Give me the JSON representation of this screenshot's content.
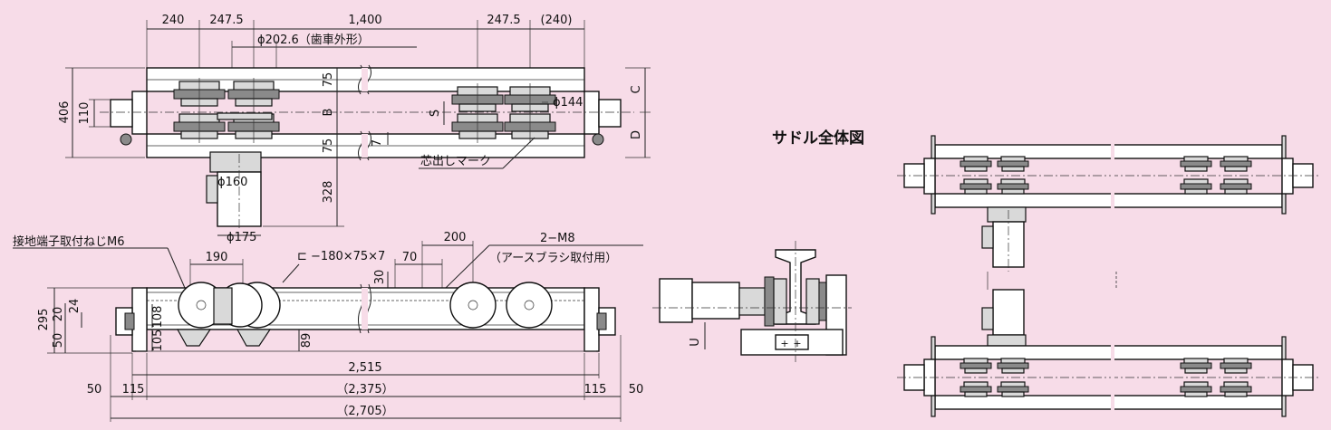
{
  "top_view": {
    "dims_top": [
      "240",
      "247.5",
      "1,400",
      "247.5",
      "(240)"
    ],
    "gear_dia": "ϕ202.6（歯車外形）",
    "wheel_dia": "ϕ144",
    "motor_dia": "ϕ160",
    "motor_dia2": "ϕ175",
    "h_406": "406",
    "h_110": "110",
    "v_75a": "75",
    "v_B": "B",
    "v_75b": "75",
    "v_S": "S",
    "v_7": "7",
    "v_328": "328",
    "side_C": "C",
    "side_D": "D",
    "center_mark": "芯出しマーク"
  },
  "front_view": {
    "ground_screw": "接地端子取付ねじM6",
    "channel": "⊏ −180×75×7",
    "brush": "2−M8",
    "brush_sub": "（アースブラシ取付用）",
    "d_190": "190",
    "d_70": "70",
    "d_200": "200",
    "d_30": "30",
    "d_295": "295",
    "d_20": "20",
    "d_24": "24",
    "d_50v": "50",
    "d_108": "108",
    "d_105": "105",
    "d_89": "89",
    "d_2515": "2,515",
    "d_50l": "50",
    "d_115l": "115",
    "d_2375": "（2,375）",
    "d_115r": "115",
    "d_50r": "50",
    "d_2705": "（2,705）"
  },
  "side_view": {
    "label_U": "U"
  },
  "assembly": {
    "title": "サドル全体図"
  }
}
